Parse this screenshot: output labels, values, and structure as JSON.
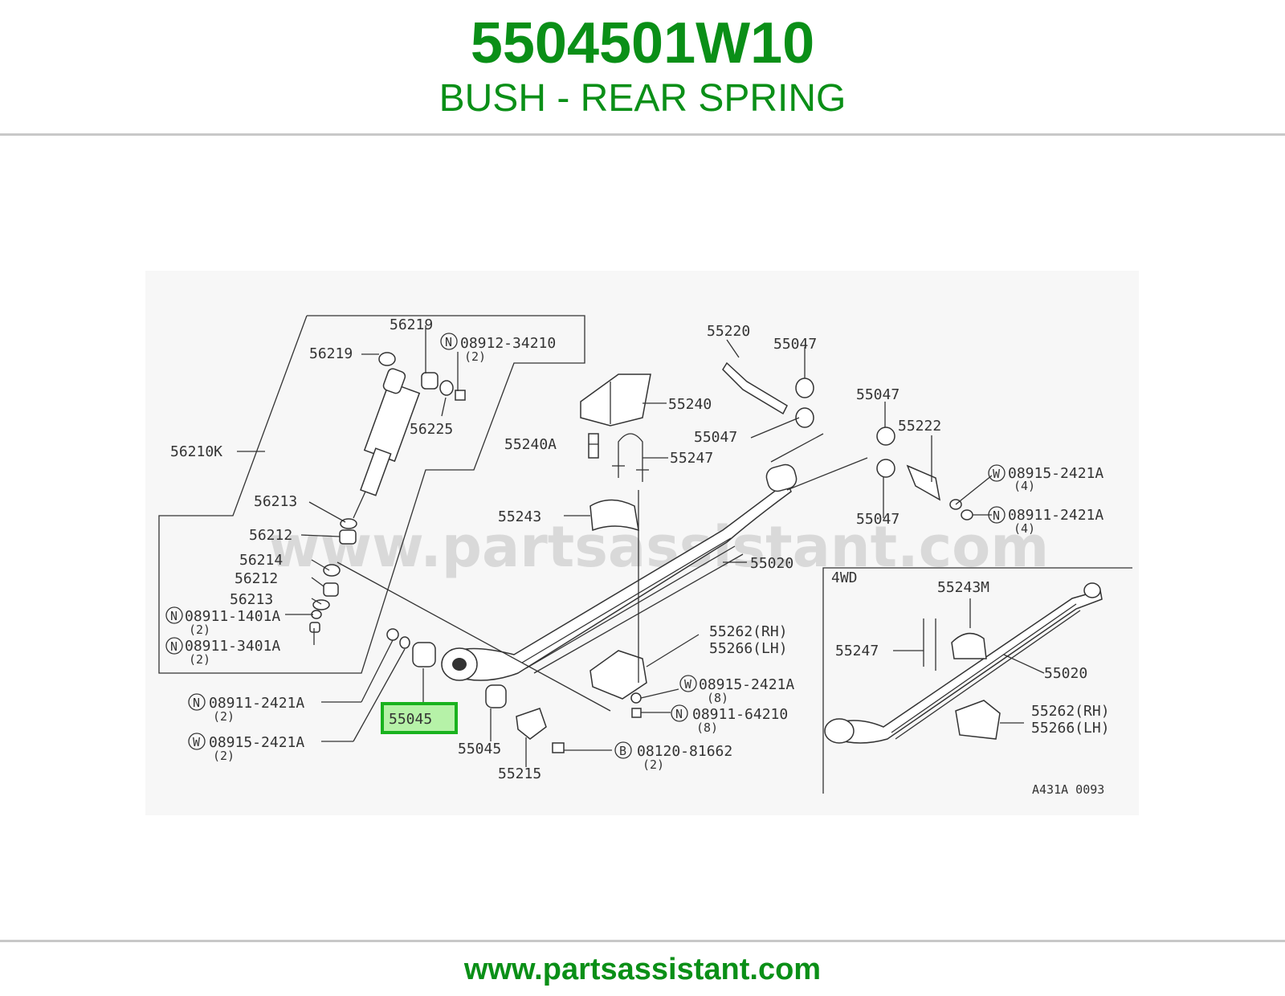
{
  "header": {
    "part_number": "5504501W10",
    "part_name": "BUSH - REAR SPRING"
  },
  "footer": {
    "url": "www.partsassistant.com"
  },
  "diagram": {
    "watermark": "www.partsassistant.com",
    "ref_code": "A431A 0093",
    "inset_title": "4WD",
    "highlighted_label": "55045",
    "labels": {
      "56219_top": "56219",
      "56219_left": "56219",
      "n_08912": "08912-34210",
      "q_08912": "(2)",
      "56225": "56225",
      "56210K": "56210K",
      "56213_a": "56213",
      "56212_a": "56212",
      "56214": "56214",
      "56212_b": "56212",
      "56213_b": "56213",
      "n_08911_1401": "08911-1401A",
      "q_08911_1401": "(2)",
      "n_08911_3401": "08911-3401A",
      "q_08911_3401": "(2)",
      "n_08911_2421_left": "08911-2421A",
      "q_08911_2421_left": "(2)",
      "w_08915_2421_left": "08915-2421A",
      "q_08915_2421_left": "(2)",
      "55045_b": "55045",
      "55215": "55215",
      "b_08120": "08120-81662",
      "q_08120": "(2)",
      "55220": "55220",
      "55047_a": "55047",
      "55240": "55240",
      "55240A": "55240A",
      "55047_b": "55047",
      "55247": "55247",
      "55243": "55243",
      "55020": "55020",
      "55262_rh": "55262(RH)",
      "55266_lh": "55266(LH)",
      "w_08915_2421_mid": "08915-2421A",
      "q_08915_2421_mid": "(8)",
      "n_08911_64210": "08911-64210",
      "q_08911_64210": "(8)",
      "55047_c": "55047",
      "55222": "55222",
      "w_08915_2421_right": "08915-2421A",
      "q_08915_2421_right": "(4)",
      "55047_d": "55047",
      "n_08911_2421_right": "08911-2421A",
      "q_08911_2421_right": "(4)",
      "inset_55243M": "55243M",
      "inset_55247": "55247",
      "inset_55020": "55020",
      "inset_55262_rh": "55262(RH)",
      "inset_55266_lh": "55266(LH)"
    },
    "markers": {
      "nut": "N",
      "washer": "W",
      "bolt": "B"
    },
    "colors": {
      "brand_green": "#0a8f17",
      "highlight_fill": "#b6f2a8",
      "highlight_border": "#19b21e"
    }
  }
}
